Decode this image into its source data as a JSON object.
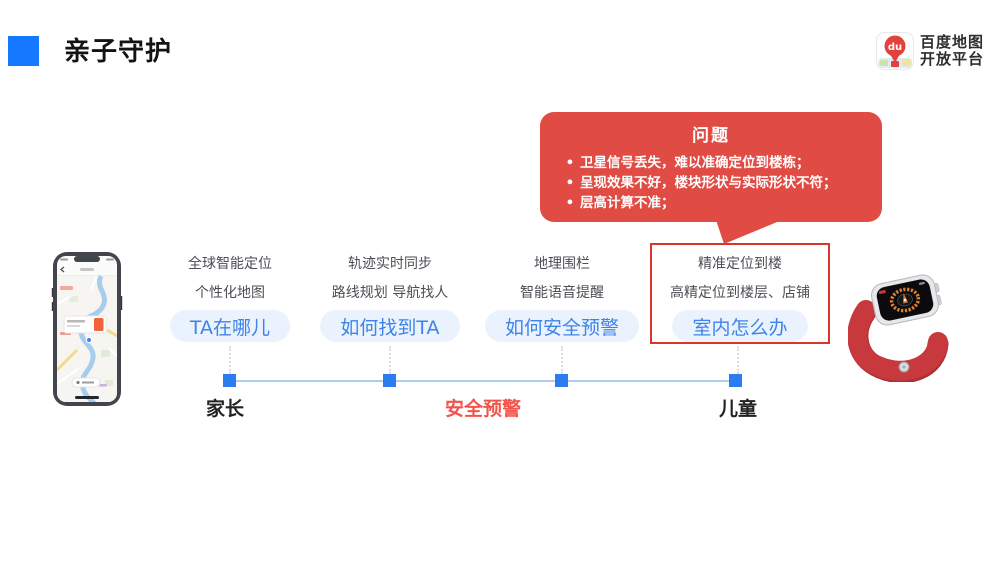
{
  "header": {
    "title": "亲子守护",
    "logo": {
      "badge": "du",
      "brand_line1": "百度地图",
      "brand_line2": "开放平台"
    }
  },
  "problem": {
    "title": "问题",
    "bullets": [
      "卫星信号丢失，难以准确定位到楼栋；",
      "呈现效果不好，楼块形状与实际形状不符；",
      "层高计算不准；"
    ]
  },
  "features": [
    {
      "capability_1": "全球智能定位",
      "capability_2": "个性化地图",
      "question": "TA在哪儿",
      "highlighted": false
    },
    {
      "capability_1": "轨迹实时同步",
      "capability_2": "路线规划 导航找人",
      "question": "如何找到TA",
      "highlighted": false
    },
    {
      "capability_1": "地理围栏",
      "capability_2": "智能语音提醒",
      "question": "如何安全预警",
      "highlighted": false
    },
    {
      "capability_1": "精准定位到楼",
      "capability_2": "高精定位到楼层、店铺",
      "question": "室内怎么办",
      "highlighted": true
    }
  ],
  "timeline": {
    "left_label": "家长",
    "center_label": "安全预警",
    "right_label": "儿童"
  },
  "colors": {
    "accent_blue": "#1677FF",
    "node_blue": "#2B7CEE",
    "line_blue": "#AECBF1",
    "pill_bg": "#EAF3FD",
    "pill_text": "#3F83EA",
    "bubble_red": "#E04B44",
    "highlight_border_red": "#D8352F",
    "alert_text_red": "#F2544B"
  }
}
